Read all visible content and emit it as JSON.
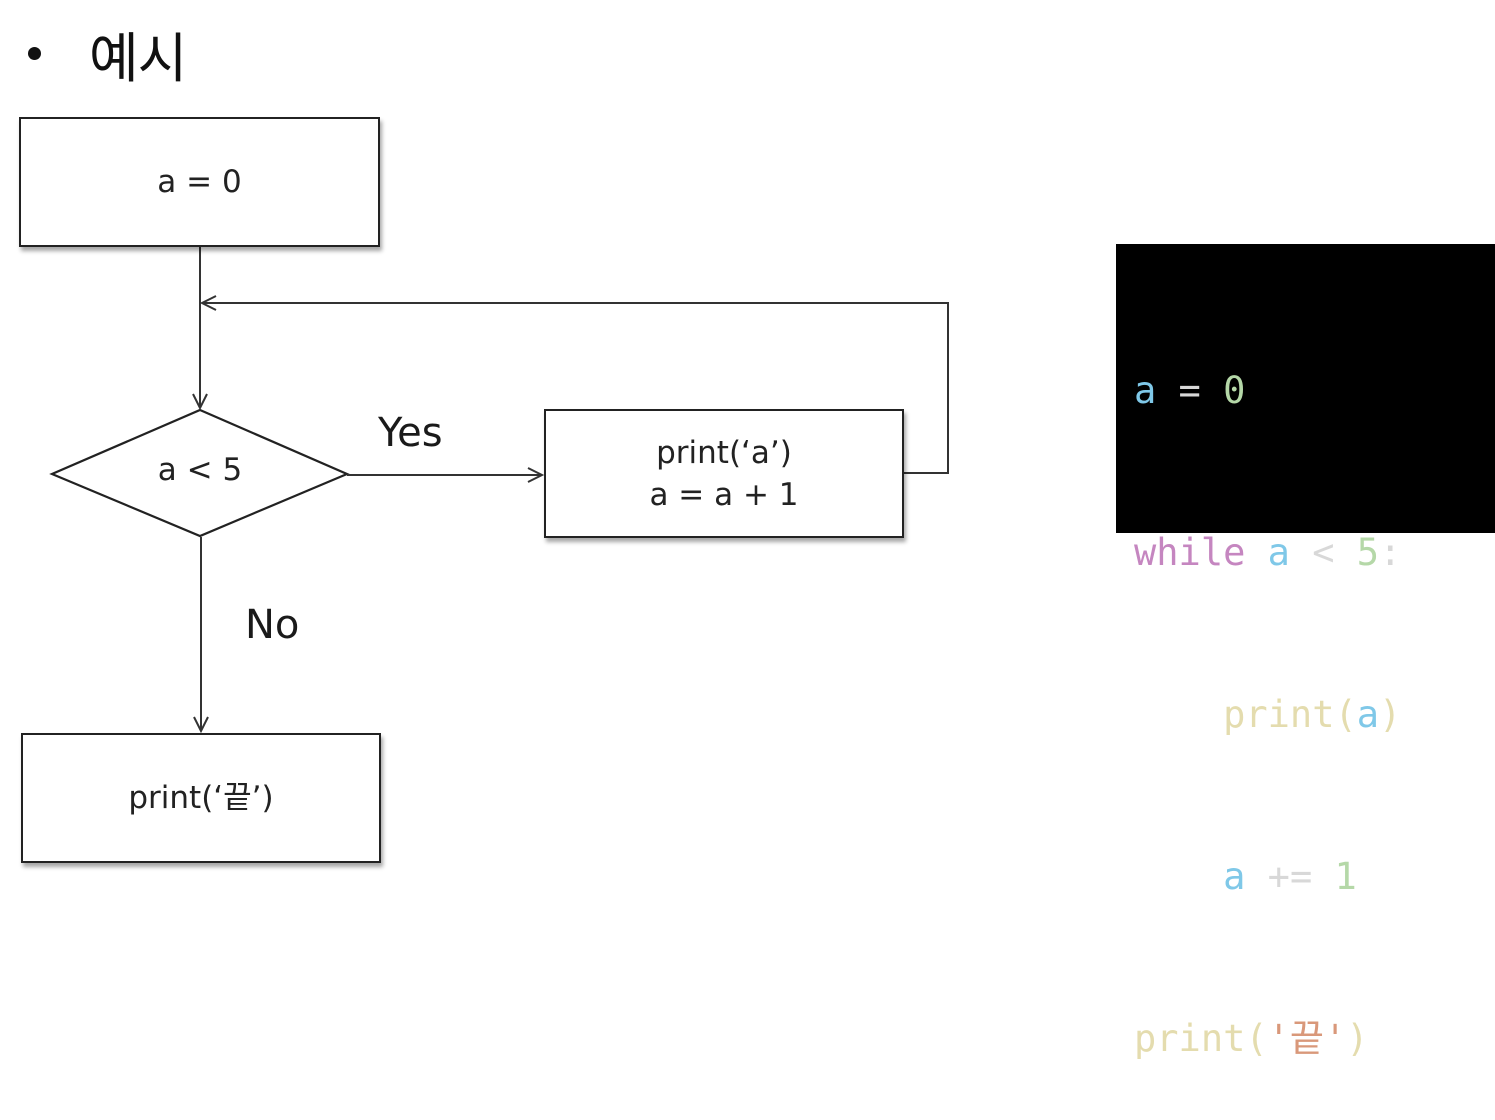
{
  "heading": {
    "bullet": "•",
    "title": "예시"
  },
  "flowchart": {
    "start_box": {
      "text": "a = 0"
    },
    "decision": {
      "text": "a < 5"
    },
    "body_box": {
      "line1": "print(‘a’)",
      "line2": "a = a + 1"
    },
    "end_box": {
      "text": "print(‘끝’)"
    },
    "yes_label": "Yes",
    "no_label": "No"
  },
  "code": {
    "line1": {
      "var": "a",
      "op": " = ",
      "num": "0"
    },
    "line2": {
      "kw": "while",
      "var": " a",
      "op": " < ",
      "num": "5",
      "colon": ":"
    },
    "line3": {
      "indent": "    ",
      "fn": "print(",
      "var": "a",
      "close": ")"
    },
    "line4": {
      "indent": "    ",
      "var": "a",
      "op": " += ",
      "num": "1"
    },
    "line5": {
      "fn": "print(",
      "str": "'끝'",
      "close": ")"
    }
  },
  "colors": {
    "code_background": "#000000",
    "variable": "#7fc8e8",
    "keyword": "#c586c0",
    "number": "#b5d8a8",
    "function": "#e4dcae",
    "string": "#d9987a",
    "line": "#333333"
  }
}
